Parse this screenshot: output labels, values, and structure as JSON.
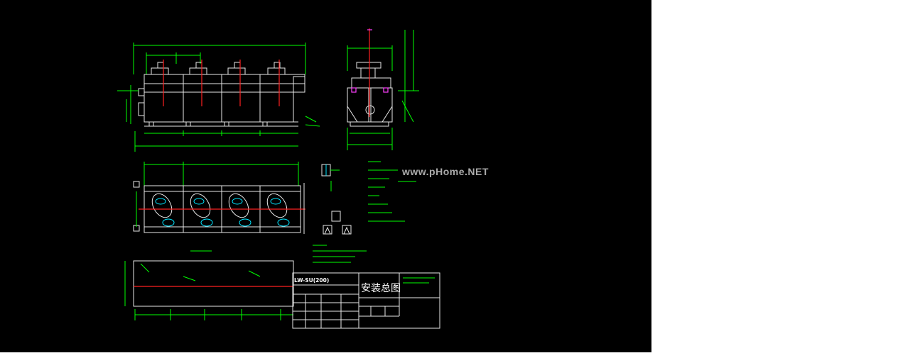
{
  "watermark": "www.pHome.NET",
  "title_block": {
    "main_title": "安装总图",
    "part_code": "LW-SU(200) "
  },
  "colors": {
    "background": "#000000",
    "line": "#00ff00",
    "outline": "#e8e8e8",
    "centerline": "#ff2020",
    "accent": "#00e5ff",
    "marker": "#ff40ff"
  }
}
